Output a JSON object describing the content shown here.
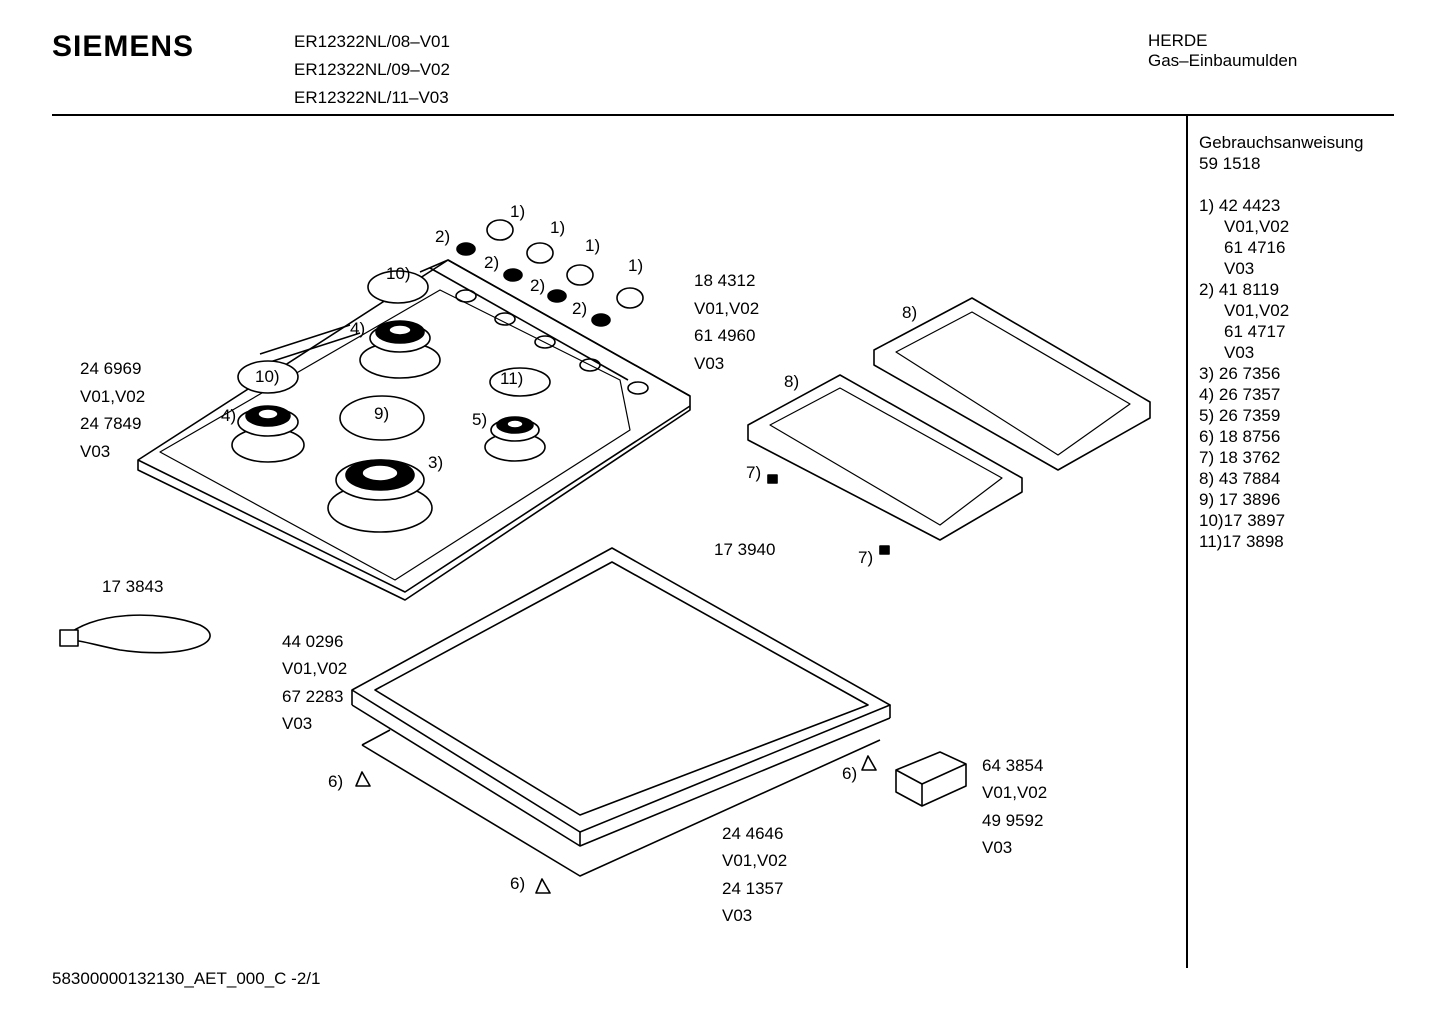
{
  "header": {
    "brand": "SIEMENS",
    "models": [
      "ER12322NL/08–V01",
      "ER12322NL/09–V02",
      "ER12322NL/11–V03"
    ],
    "category": "HERDE",
    "subcategory": "Gas–Einbaumulden"
  },
  "sidebar": {
    "manual_label": "Gebrauchsanweisung",
    "manual_number": "59 1518",
    "parts": [
      {
        "key": "1)",
        "lines": [
          "42 4423",
          "V01,V02",
          "61 4716",
          "V03"
        ]
      },
      {
        "key": "2)",
        "lines": [
          "41 8119",
          "V01,V02",
          "61 4717",
          "V03"
        ]
      },
      {
        "key": "3)",
        "lines": [
          "26 7356"
        ]
      },
      {
        "key": "4)",
        "lines": [
          "26 7357"
        ]
      },
      {
        "key": "5)",
        "lines": [
          "26 7359"
        ]
      },
      {
        "key": "6)",
        "lines": [
          "18 8756"
        ]
      },
      {
        "key": "7)",
        "lines": [
          "18 3762"
        ]
      },
      {
        "key": "8)",
        "lines": [
          "43 7884"
        ]
      },
      {
        "key": "9)",
        "lines": [
          "17 3896"
        ]
      },
      {
        "key": "10)",
        "lines": [
          "17 3897"
        ]
      },
      {
        "key": "11)",
        "lines": [
          "17 3898"
        ]
      }
    ]
  },
  "diagram": {
    "hob_top_left": [
      "24 6969",
      "V01,V02",
      "24 7849",
      "V03"
    ],
    "control_panel": [
      "18 4312",
      "V01,V02",
      "61 4960",
      "V03"
    ],
    "cable": "17 3843",
    "bracket": "17 3940",
    "frame": [
      "44 0296",
      "V01,V02",
      "67 2283",
      "V03"
    ],
    "base": [
      "24 4646",
      "V01,V02",
      "24 1357",
      "V03"
    ],
    "module": [
      "64 3854",
      "V01,V02",
      "49 9592",
      "V03"
    ],
    "callouts": {
      "k1": "1)",
      "k2": "2)",
      "k3": "3)",
      "k4": "4)",
      "k5": "5)",
      "k6": "6)",
      "k7": "7)",
      "k8": "8)",
      "k9": "9)",
      "k10": "10)",
      "k11": "11)"
    }
  },
  "footer": {
    "doc_id": "58300000132130_AET_000_C -2/1"
  }
}
